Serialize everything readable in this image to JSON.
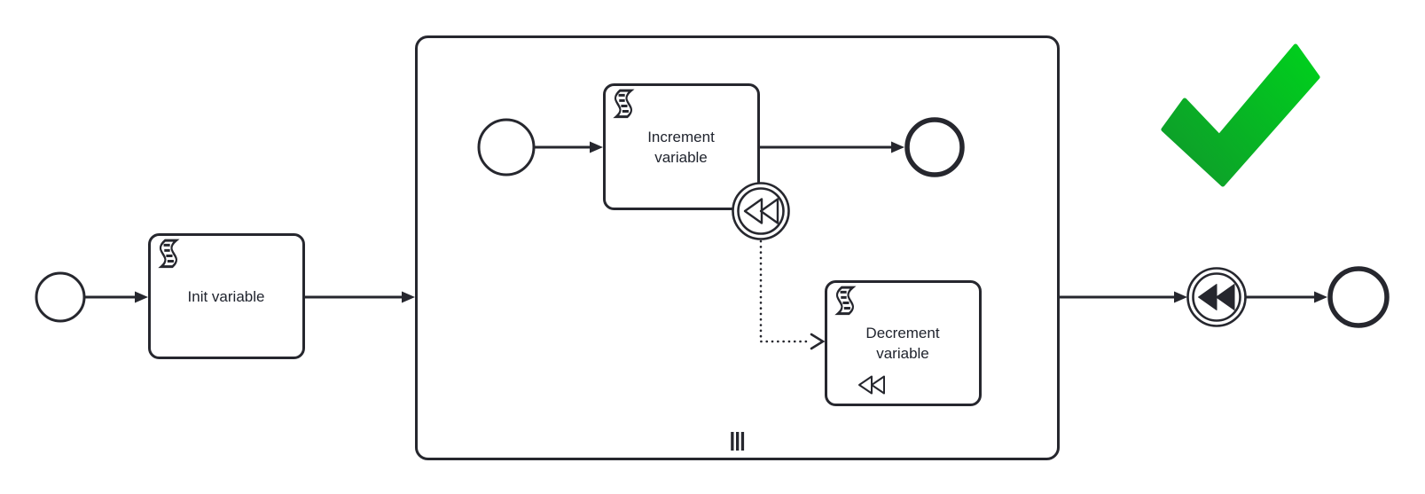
{
  "canvas": {
    "background": "#ffffff"
  },
  "colors": {
    "stroke": "#26272e",
    "text": "#20242e",
    "check_dark_green": "#0f9a2b",
    "check_bright_green": "#00cf1d"
  },
  "tasks": {
    "init": {
      "label": "Init variable",
      "icon": "script-icon"
    },
    "increment": {
      "label": "Increment variable",
      "icon": "script-icon"
    },
    "decrement": {
      "label": "Decrement variable",
      "icon": "script-icon",
      "marker": "compensation-icon"
    }
  },
  "subprocess": {
    "marker": "parallel-multi-instance-icon"
  },
  "events": {
    "outer_start": "start-event",
    "inner_start": "start-event",
    "inner_end": "end-event",
    "boundary_compensation": "compensation-boundary-event",
    "throw_compensation": "compensation-intermediate-throw-event",
    "final_end": "end-event"
  },
  "overlay": {
    "icon": "checkmark-icon",
    "meaning": "success"
  }
}
